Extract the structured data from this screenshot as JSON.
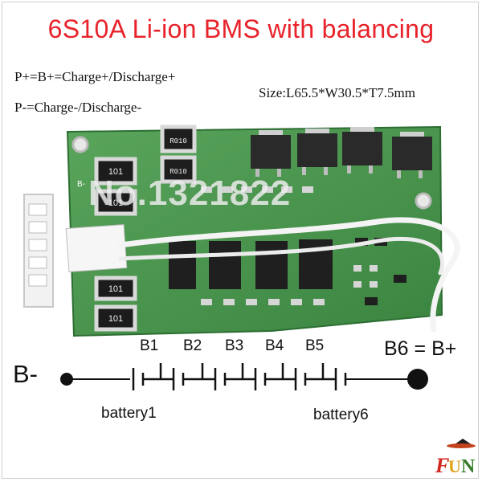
{
  "title": "6S10A Li-ion BMS with balancing",
  "specs": {
    "p_plus": "P+=B+=Charge+/Discharge+",
    "p_minus": "P-=Charge-/Discharge-",
    "size": "Size:L65.5*W30.5*T7.5mm"
  },
  "watermark": "No.1321822",
  "board": {
    "resistors": [
      "R010",
      "R010"
    ],
    "smd_labels": [
      "101",
      "101",
      "101",
      "101"
    ],
    "connector_label": "B-"
  },
  "diagram": {
    "b_minus": "B-",
    "taps": [
      "B1",
      "B2",
      "B3",
      "B4",
      "B5"
    ],
    "b6": "B6 = B+",
    "battery_first": "battery1",
    "battery_last": "battery6"
  },
  "logo": {
    "text": "FUN"
  },
  "colors": {
    "title": "#e8232b",
    "pcb": "#3e8a43",
    "pcb_light": "#57a35a"
  }
}
